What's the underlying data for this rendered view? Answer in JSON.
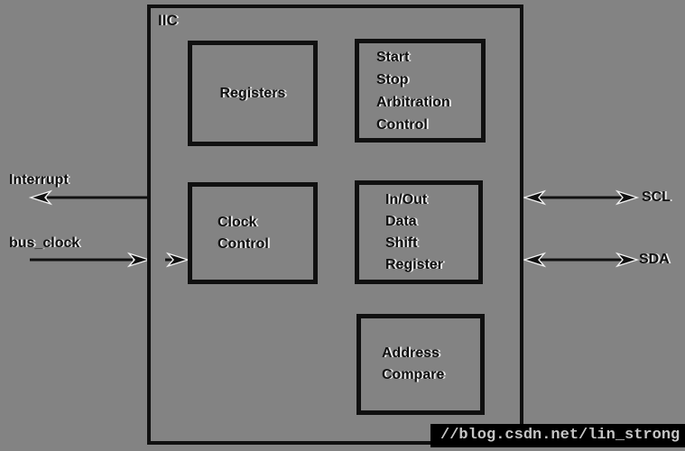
{
  "diagram": {
    "title": "IIC",
    "blocks": {
      "registers": {
        "lines": [
          "Registers"
        ]
      },
      "start_stop": {
        "lines": [
          "Start",
          "Stop",
          "Arbitration",
          "Control"
        ]
      },
      "clock_control": {
        "lines": [
          "Clock",
          "Control"
        ]
      },
      "inout_shift": {
        "lines": [
          "In/Out",
          "Data",
          "Shift",
          "Register"
        ]
      },
      "address_compare": {
        "lines": [
          "Address",
          "Compare"
        ]
      }
    },
    "signals": {
      "interrupt": "Interrupt",
      "bus_clock": "bus_clock",
      "scl": "SCL",
      "sda": "SDA"
    }
  },
  "watermark": {
    "text": "//blog.csdn.net/lin_strong"
  },
  "colors": {
    "background": "#838383",
    "line": "#101010",
    "watermark_bg": "#000000",
    "watermark_text": "#c6c6c6"
  }
}
